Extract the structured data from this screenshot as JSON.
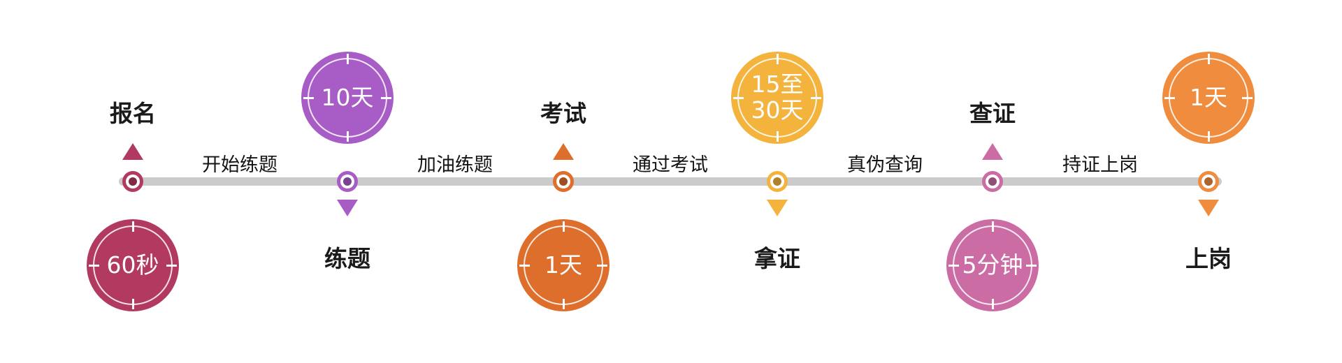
{
  "timeline": {
    "line_color": "#cbcbcb",
    "text_color": "#1a1a1a",
    "segments": [
      {
        "label": "开始练题"
      },
      {
        "label": "加油练题"
      },
      {
        "label": "通过考试"
      },
      {
        "label": "真伪查询"
      },
      {
        "label": "持证上岗"
      }
    ],
    "nodes": [
      {
        "title": "报名",
        "duration": "60秒",
        "side": "above",
        "color": "#b23a60"
      },
      {
        "title": "练题",
        "duration": "10天",
        "side": "below",
        "color": "#a85dc6"
      },
      {
        "title": "考试",
        "duration": "1天",
        "side": "above",
        "color": "#dd6e2b"
      },
      {
        "title": "拿证",
        "duration": "15至\n30天",
        "side": "below",
        "color": "#f3b33c"
      },
      {
        "title": "查证",
        "duration": "5分钟",
        "side": "above",
        "color": "#cb6ca5"
      },
      {
        "title": "上岗",
        "duration": "1天",
        "side": "below",
        "color": "#ef8c3d"
      }
    ]
  }
}
